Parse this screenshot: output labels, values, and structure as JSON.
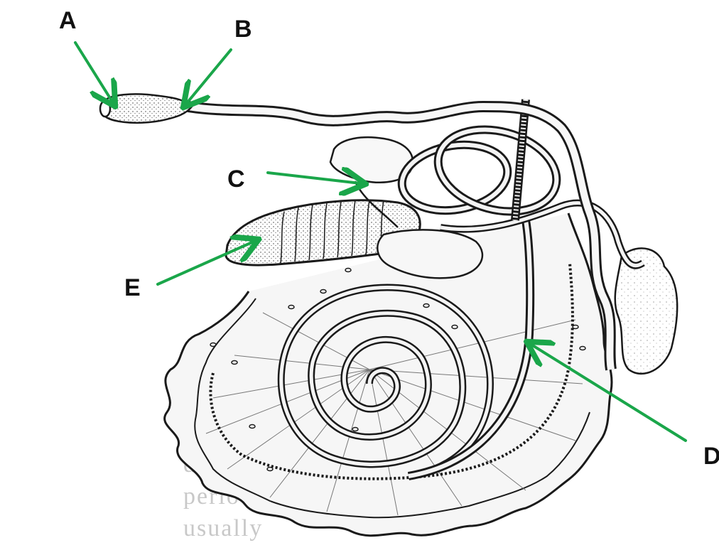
{
  "labels": {
    "a": "A",
    "b": "B",
    "c": "C",
    "d": "D",
    "e": "E"
  },
  "arrow_color": "#1aa64a",
  "ink_color": "#1a1a1a"
}
